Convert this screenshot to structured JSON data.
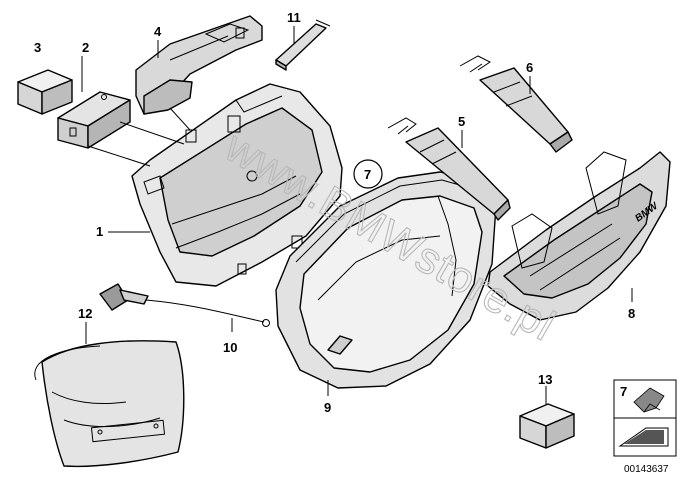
{
  "diagram": {
    "callouts": [
      "1",
      "2",
      "3",
      "4",
      "5",
      "6",
      "7",
      "8",
      "9",
      "10",
      "11",
      "12",
      "13"
    ],
    "legend_callout": "7",
    "watermark": "www.BMWstore.pl",
    "drawing_code": "00143637",
    "logo_text": "BMW"
  }
}
